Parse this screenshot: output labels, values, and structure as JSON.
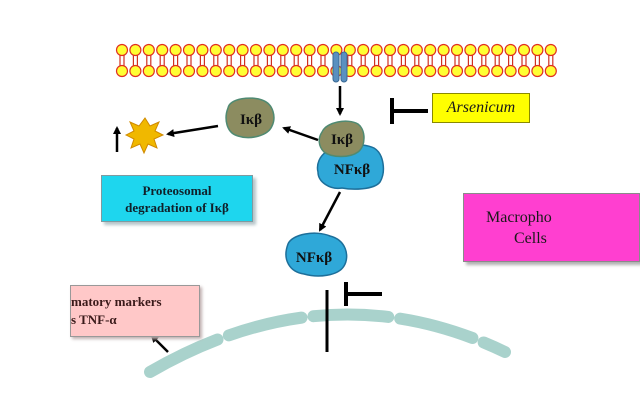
{
  "title": "",
  "labels": {
    "ikb_free": "Iκβ",
    "ikb_complex": "Iκβ",
    "nfkb_complex": "NFκβ",
    "nfkb_free": "NFκβ"
  },
  "boxes": {
    "arsenicum": "Arsenicum",
    "proteosomal": "Proteosomal degradation of Iκβ",
    "macrophage": "Macropho\n       Cells",
    "inflammatory": "matory markers\ns TNF-α"
  },
  "colors": {
    "membrane_head": "#ffff33",
    "membrane_head_border": "#e03020",
    "receptor": "#5a90c0",
    "ikb_shape": "#8c8c60",
    "nfkb_shape": "#2fa8d8",
    "burst": "#f0b800",
    "arsenicum_box": "#ffff00",
    "proteosomal_box": "#1ed6ee",
    "macrophage_box": "#ff3fd0",
    "inflammatory_box": "#ffc8c8",
    "nucleus": "#a9d2cc"
  }
}
